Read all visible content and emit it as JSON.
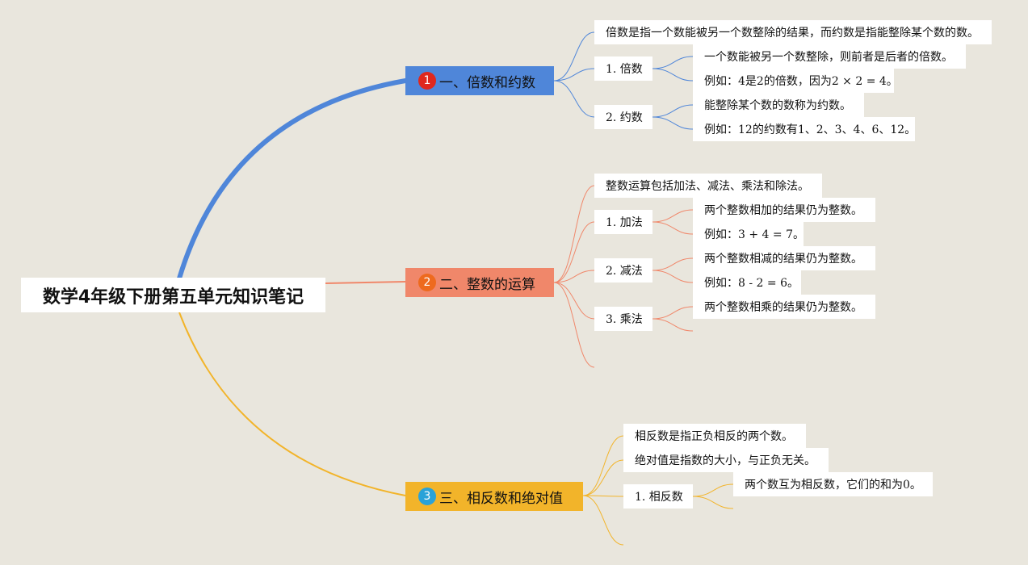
{
  "root": {
    "title": "数学4年级下册第五单元知识笔记"
  },
  "branches": [
    {
      "number": "1",
      "label": "一、倍数和约数",
      "color": "#4f86d9",
      "summary": "倍数是指一个数能被另一个数整除的结果，而约数是指能整除某个数的数。",
      "subs": [
        {
          "label": "1. 倍数",
          "details": [
            "一个数能被另一个数整除，则前者是后者的倍数。",
            "例如：4是2的倍数，因为2 × 2 = 4。"
          ]
        },
        {
          "label": "2. 约数",
          "details": [
            "能整除某个数的数称为约数。",
            "例如：12的约数有1、2、3、4、6、12。"
          ]
        }
      ]
    },
    {
      "number": "2",
      "label": "二、整数的运算",
      "color": "#f0876a",
      "summary": "整数运算包括加法、减法、乘法和除法。",
      "subs": [
        {
          "label": "1. 加法",
          "details": [
            "两个整数相加的结果仍为整数。",
            "例如：3 + 4 = 7。"
          ]
        },
        {
          "label": "2. 减法",
          "details": [
            "两个整数相减的结果仍为整数。",
            "例如：8 - 2 = 6。"
          ]
        },
        {
          "label": "3. 乘法",
          "details": [
            "两个整数相乘的结果仍为整数。"
          ]
        }
      ]
    },
    {
      "number": "3",
      "label": "三、相反数和绝对值",
      "color": "#f2b42a",
      "summaries": [
        "相反数是指正负相反的两个数。",
        "绝对值是指数的大小，与正负无关。"
      ],
      "subs": [
        {
          "label": "1. 相反数",
          "details": [
            "两个数互为相反数，它们的和为0。"
          ]
        }
      ]
    }
  ]
}
